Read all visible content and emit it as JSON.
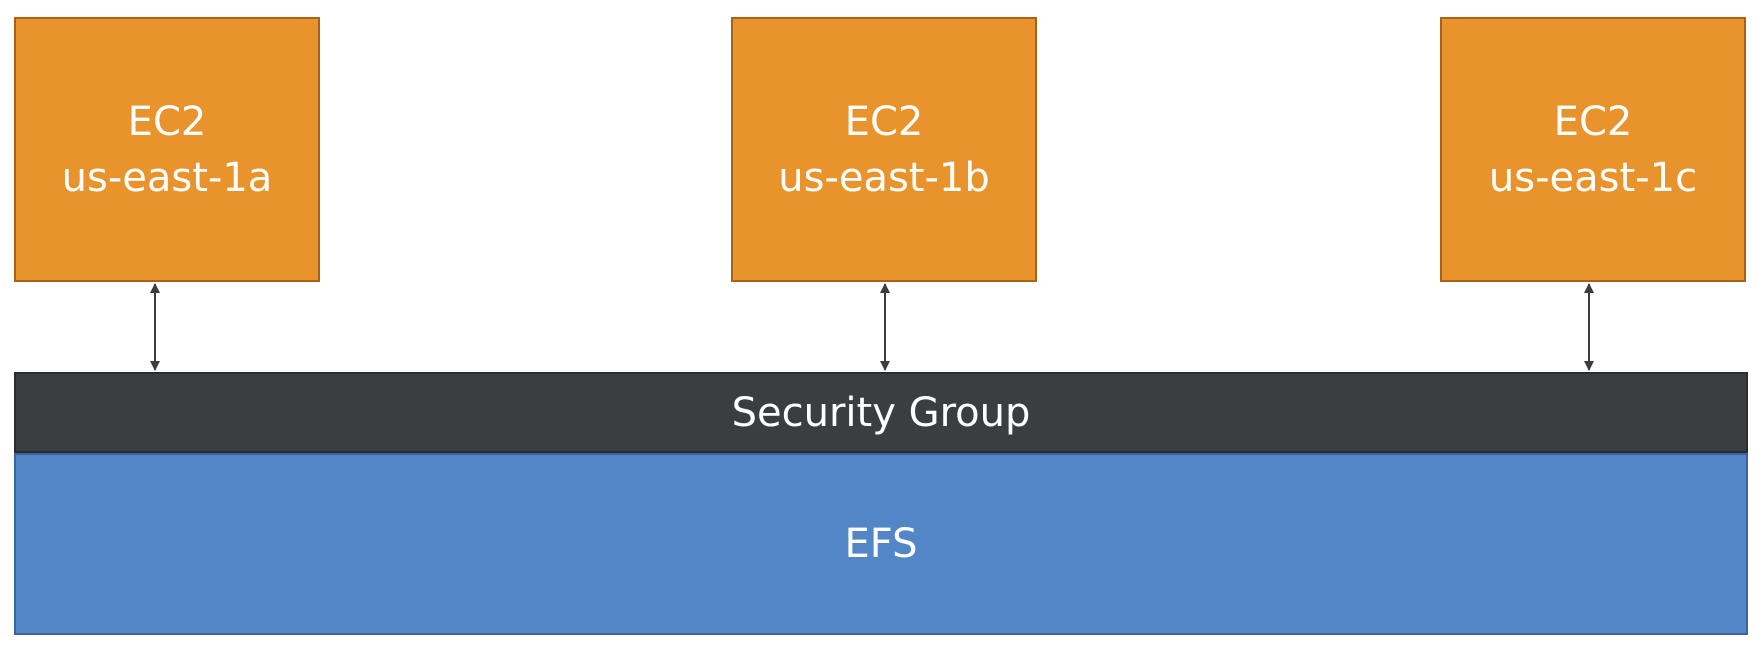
{
  "instances": [
    {
      "type": "EC2",
      "zone": "us-east-1a"
    },
    {
      "type": "EC2",
      "zone": "us-east-1b"
    },
    {
      "type": "EC2",
      "zone": "us-east-1c"
    }
  ],
  "security_group": {
    "label": "Security Group"
  },
  "efs": {
    "label": "EFS"
  },
  "colors": {
    "ec2_fill": "#E8932B",
    "ec2_border": "#A8621A",
    "security_group_fill": "#3B3E40",
    "efs_fill": "#5286C6",
    "connector": "#3B3E40",
    "text": "#ffffff"
  }
}
